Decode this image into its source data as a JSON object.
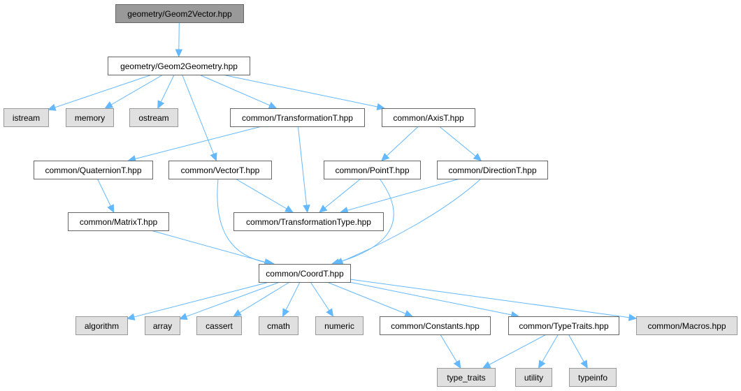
{
  "diagram": {
    "type": "include-dependency-graph",
    "colors": {
      "edge": "#63b8ff",
      "root_fill": "#999999",
      "normal_fill": "#ffffff",
      "external_fill": "#e0e0e0",
      "border": "#666666",
      "external_border": "#999999"
    },
    "nodes": [
      {
        "id": "geom2vector",
        "label": "geometry/Geom2Vector.hpp",
        "kind": "root"
      },
      {
        "id": "geom2geometry",
        "label": "geometry/Geom2Geometry.hpp",
        "kind": "normal"
      },
      {
        "id": "istream",
        "label": "istream",
        "kind": "ext"
      },
      {
        "id": "memory",
        "label": "memory",
        "kind": "ext"
      },
      {
        "id": "ostream",
        "label": "ostream",
        "kind": "ext"
      },
      {
        "id": "transformationT",
        "label": "common/TransformationT.hpp",
        "kind": "normal"
      },
      {
        "id": "axisT",
        "label": "common/AxisT.hpp",
        "kind": "normal"
      },
      {
        "id": "quaternionT",
        "label": "common/QuaternionT.hpp",
        "kind": "normal"
      },
      {
        "id": "vectorT",
        "label": "common/VectorT.hpp",
        "kind": "normal"
      },
      {
        "id": "pointT",
        "label": "common/PointT.hpp",
        "kind": "normal"
      },
      {
        "id": "directionT",
        "label": "common/DirectionT.hpp",
        "kind": "normal"
      },
      {
        "id": "matrixT",
        "label": "common/MatrixT.hpp",
        "kind": "normal"
      },
      {
        "id": "transformationType",
        "label": "common/TransformationType.hpp",
        "kind": "normal"
      },
      {
        "id": "coordT",
        "label": "common/CoordT.hpp",
        "kind": "normal"
      },
      {
        "id": "algorithm",
        "label": "algorithm",
        "kind": "ext"
      },
      {
        "id": "array",
        "label": "array",
        "kind": "ext"
      },
      {
        "id": "cassert",
        "label": "cassert",
        "kind": "ext"
      },
      {
        "id": "cmath",
        "label": "cmath",
        "kind": "ext"
      },
      {
        "id": "numeric",
        "label": "numeric",
        "kind": "ext"
      },
      {
        "id": "constants",
        "label": "common/Constants.hpp",
        "kind": "normal"
      },
      {
        "id": "typeTraits",
        "label": "common/TypeTraits.hpp",
        "kind": "normal"
      },
      {
        "id": "macros",
        "label": "common/Macros.hpp",
        "kind": "ext"
      },
      {
        "id": "type_traits",
        "label": "type_traits",
        "kind": "ext"
      },
      {
        "id": "utility",
        "label": "utility",
        "kind": "ext"
      },
      {
        "id": "typeinfo",
        "label": "typeinfo",
        "kind": "ext"
      }
    ],
    "edges": [
      {
        "from": "geom2vector",
        "to": "geom2geometry"
      },
      {
        "from": "geom2geometry",
        "to": "istream"
      },
      {
        "from": "geom2geometry",
        "to": "memory"
      },
      {
        "from": "geom2geometry",
        "to": "ostream"
      },
      {
        "from": "geom2geometry",
        "to": "vectorT"
      },
      {
        "from": "geom2geometry",
        "to": "transformationT"
      },
      {
        "from": "geom2geometry",
        "to": "axisT"
      },
      {
        "from": "transformationT",
        "to": "quaternionT"
      },
      {
        "from": "transformationT",
        "to": "transformationType"
      },
      {
        "from": "axisT",
        "to": "pointT"
      },
      {
        "from": "axisT",
        "to": "directionT"
      },
      {
        "from": "quaternionT",
        "to": "matrixT"
      },
      {
        "from": "vectorT",
        "to": "transformationType"
      },
      {
        "from": "vectorT",
        "to": "coordT"
      },
      {
        "from": "pointT",
        "to": "transformationType"
      },
      {
        "from": "pointT",
        "to": "coordT"
      },
      {
        "from": "directionT",
        "to": "transformationType"
      },
      {
        "from": "directionT",
        "to": "coordT"
      },
      {
        "from": "matrixT",
        "to": "coordT"
      },
      {
        "from": "coordT",
        "to": "algorithm"
      },
      {
        "from": "coordT",
        "to": "array"
      },
      {
        "from": "coordT",
        "to": "cassert"
      },
      {
        "from": "coordT",
        "to": "cmath"
      },
      {
        "from": "coordT",
        "to": "numeric"
      },
      {
        "from": "coordT",
        "to": "constants"
      },
      {
        "from": "coordT",
        "to": "typeTraits"
      },
      {
        "from": "coordT",
        "to": "macros"
      },
      {
        "from": "constants",
        "to": "type_traits"
      },
      {
        "from": "typeTraits",
        "to": "type_traits"
      },
      {
        "from": "typeTraits",
        "to": "utility"
      },
      {
        "from": "typeTraits",
        "to": "typeinfo"
      }
    ]
  }
}
